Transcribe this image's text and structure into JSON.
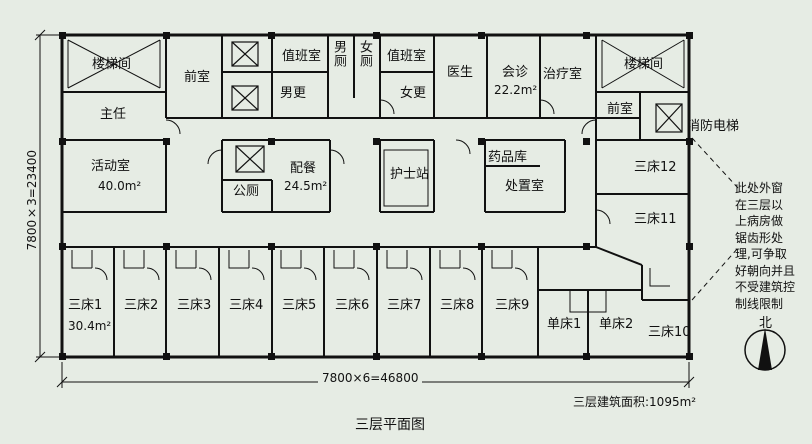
{
  "title": "三层平面图",
  "area_note": "三层建筑面积:1095m²",
  "dim_horizontal": "7800×6=46800",
  "dim_vertical": "7800×3=23400",
  "north": "北",
  "rooms": {
    "stair_left": "楼梯间",
    "stair_right": "楼梯间",
    "antechamber_left": "前室",
    "antechamber_right": "前室",
    "duty_left": "值班室",
    "duty_right": "值班室",
    "male_wc": "男厕",
    "female_wc": "女厕",
    "male_change": "男更",
    "female_change": "女更",
    "doctor": "医生",
    "consult": "会诊",
    "consult_area": "22.2m²",
    "treatment": "治疗室",
    "fire_lift": "消防电梯",
    "director": "主任",
    "activity": "活动室",
    "activity_area": "40.0m²",
    "catering": "配餐",
    "catering_area": "24.5m²",
    "public_wc": "公厕",
    "nurse_station": "护士站",
    "pharmacy": "药品库",
    "dispose": "处置室",
    "bed12": "三床12",
    "bed11": "三床11",
    "bed1": "三床1",
    "bed1_area": "30.4m²",
    "bed2": "三床2",
    "bed3": "三床3",
    "bed4": "三床4",
    "bed5": "三床5",
    "bed6": "三床6",
    "bed7": "三床7",
    "bed8": "三床8",
    "bed9": "三床9",
    "single1": "单床1",
    "single2": "单床2",
    "bed10": "三床10"
  },
  "note_lines": [
    "此处外窗",
    "在三层以",
    "上病房做",
    "锯齿形处",
    "理,可争取",
    "好朝向并且",
    "不受建筑控",
    "制线限制"
  ]
}
